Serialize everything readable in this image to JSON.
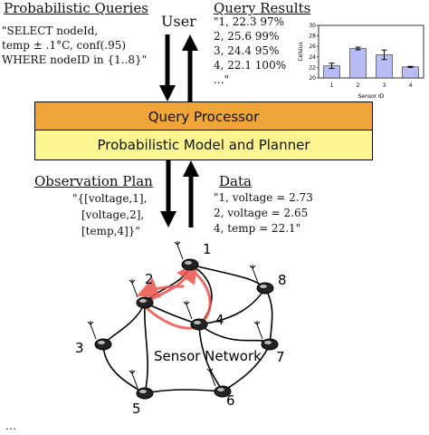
{
  "probabilistic_queries": {
    "heading": "Probabilistic Queries",
    "lines": [
      "\"SELECT nodeId,",
      "temp ± .1°C, conf(.95)",
      "WHERE nodeID in {1..8}\""
    ]
  },
  "user_label": "User",
  "query_results": {
    "heading": "Query Results",
    "lines": [
      "\"1, 22.3 97%",
      "2, 25.6 99%",
      "3, 24.4 95%",
      "4, 22.1 100%",
      "...\""
    ]
  },
  "query_processor_label": "Query Processor",
  "model_label": "Probabilistic Model and Planner",
  "colors": {
    "query_processor": "#f0a538",
    "model": "#fbf591",
    "bar": "#b7bcf5",
    "path": "#e8534a"
  },
  "observation_plan": {
    "heading": "Observation Plan",
    "lines": [
      "\"{[voltage,1],",
      "[voltage,2],",
      "[temp,4]}\""
    ]
  },
  "data": {
    "heading": "Data",
    "lines": [
      "\"1, voltage = 2.73",
      "2, voltage = 2.65",
      "4, temp = 22.1\""
    ]
  },
  "network": {
    "label": "Sensor Network",
    "node_labels": [
      "1",
      "2",
      "3",
      "4",
      "5",
      "6",
      "7",
      "8"
    ]
  },
  "chart_data": {
    "type": "bar",
    "categories": [
      "1",
      "2",
      "3",
      "4"
    ],
    "values": [
      22.3,
      25.6,
      24.4,
      22.1
    ],
    "errors": [
      0.5,
      0.25,
      0.9,
      0.1
    ],
    "ylim": [
      20,
      30
    ],
    "yticks": [
      20,
      22,
      24,
      26,
      28,
      30
    ],
    "ylabel": "Celsius",
    "xlabel": "Sensor ID",
    "grid": false
  },
  "caption_fragment": "… "
}
